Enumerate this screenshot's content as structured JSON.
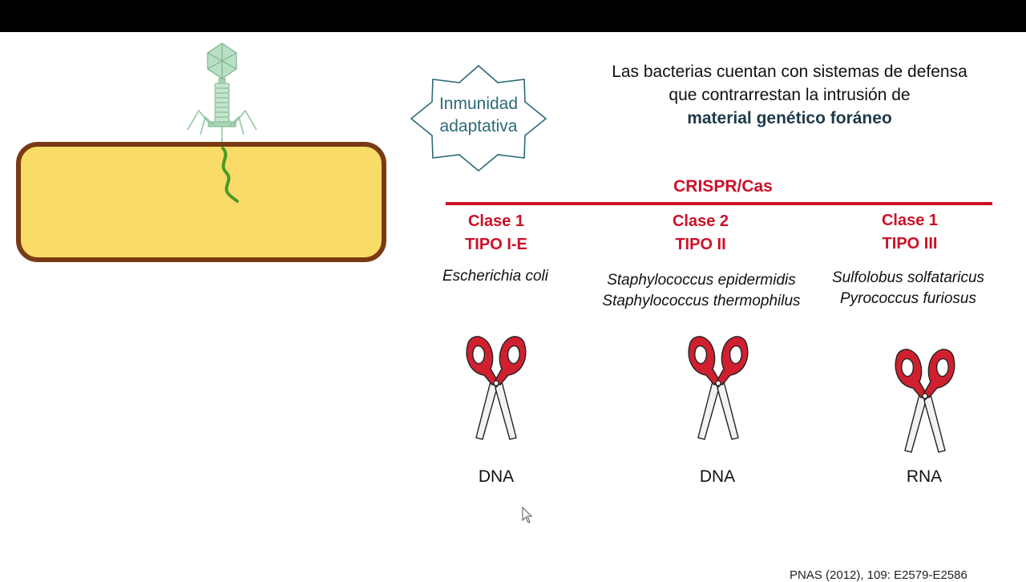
{
  "badge": {
    "line1": "Inmunidad",
    "line2": "adaptativa"
  },
  "intro": {
    "line1": "Las bacterias cuentan con sistemas de defensa",
    "line2": "que contrarrestan la intrusión de",
    "line3": "material genético foráneo"
  },
  "crispr": {
    "title": "CRISPR/Cas",
    "columns": [
      {
        "clase": "Clase 1",
        "tipo": "TIPO I-E",
        "species": [
          "Escherichia coli"
        ],
        "target": "DNA"
      },
      {
        "clase": "Clase 2",
        "tipo": "TIPO II",
        "species": [
          "Staphylococcus epidermidis",
          "Staphylococcus thermophilus"
        ],
        "target": "DNA"
      },
      {
        "clase": "Clase 1",
        "tipo": "TIPO III",
        "species": [
          "Sulfolobus solfataricus",
          "Pyrococcus furiosus"
        ],
        "target": "RNA"
      }
    ]
  },
  "reference": "PNAS (2012), 109: E2579-E2586",
  "colors": {
    "accent_red": "#cc1128",
    "teal": "#2b6a78",
    "cell_fill": "#f9dc68",
    "cell_border": "#7a3a14",
    "phage": "#8fc9a0",
    "dna": "#4a9a2a"
  }
}
